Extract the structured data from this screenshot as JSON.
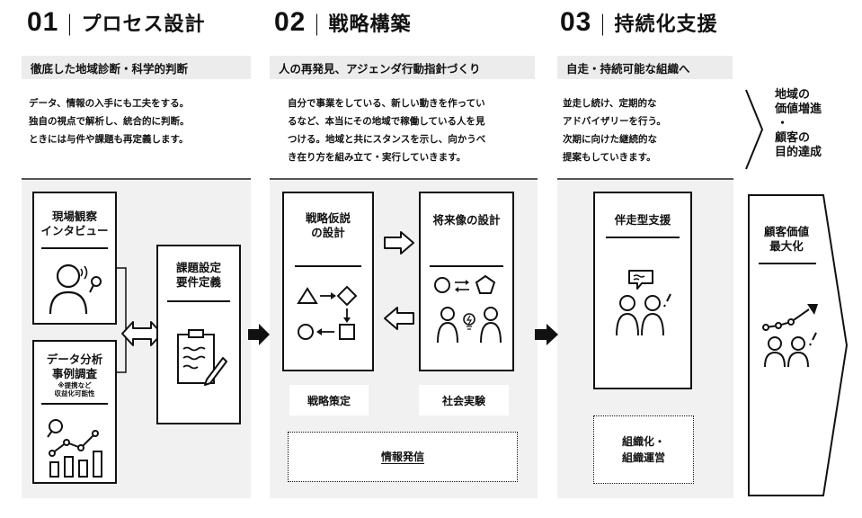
{
  "phases": [
    {
      "num": "01",
      "sep": "|",
      "title": "プロセス設計",
      "subtitle": "徹底した地域診断・科学的判断",
      "desc": [
        "データ、情報の入手にも工夫をする。",
        "独自の視点で解析し、統合的に判断。",
        "ときには与件や課題も再定義します。"
      ]
    },
    {
      "num": "02",
      "sep": "|",
      "title": "戦略構築",
      "subtitle": "人の再発見、アジェンダ行動指針づくり",
      "desc": [
        "自分で事業をしている、新しい動きを作ってい",
        "るなど、本当にその地域で稼働している人を見",
        "つける。地域と共にスタンスを示し、向かうべ",
        "き在り方を組み立て・実行していきます。"
      ]
    },
    {
      "num": "03",
      "sep": "|",
      "title": "持続化支援",
      "subtitle": "自走・持続可能な組織へ",
      "desc": [
        "並走し続け、定期的な",
        "アドバイザリーを行う。",
        "次期に向けた継続的な",
        "提案もしていきます。"
      ]
    }
  ],
  "outcome": {
    "line1": "地域の",
    "line2": "価値増進",
    "dot": "・",
    "line3": "顧客の",
    "line4": "目的達成"
  },
  "cards": {
    "field_observation": "現場観察\nインタビュー",
    "data_analysis": "データ分析\n事例調査",
    "data_analysis_note": "※提携など\n収益化可能性",
    "issue_setting": "課題設定\n要件定義",
    "strategy_hypothesis": "戦略仮説\nの設計",
    "future_design": "将来像の設計",
    "accompany_support": "伴走型支援",
    "maximize_value": "顧客価値\n最大化"
  },
  "chips": {
    "strategy_formulation": "戦略策定",
    "social_experiment": "社会実験",
    "info_dissemination": "情報発信",
    "organization": "組織化・\n組織運営"
  }
}
